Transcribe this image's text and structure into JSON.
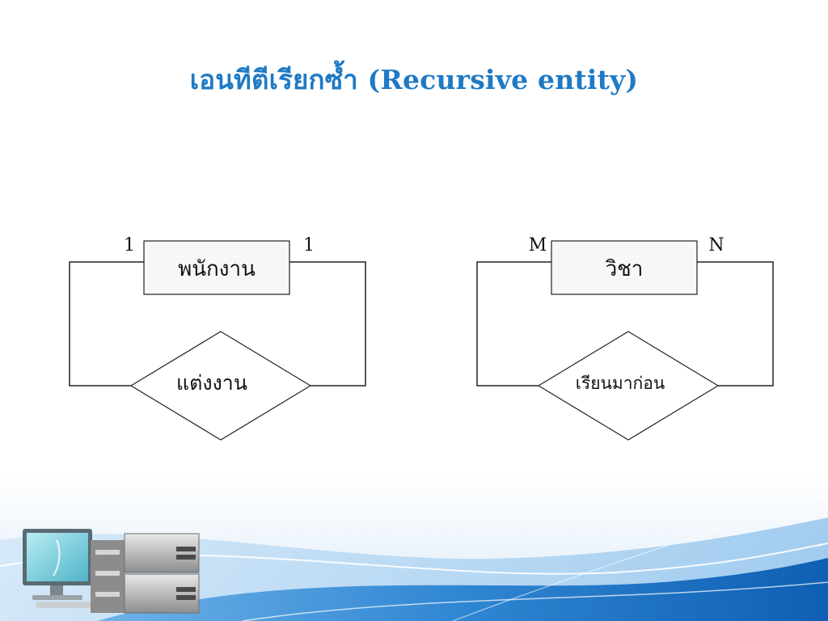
{
  "slide": {
    "title": "เอนทีตีเรียกซ้ำ (Recursive entity)"
  },
  "diagrams": [
    {
      "entity": "พนักงาน",
      "relationship": "แต่งงาน",
      "card_left": "1",
      "card_right": "1"
    },
    {
      "entity": "วิชา",
      "relationship": "เรียนมาก่อน",
      "card_left": "M",
      "card_right": "N"
    }
  ],
  "colors": {
    "title": "#1f7ac4",
    "entity_fill": "#f7f7f7",
    "line": "#222222",
    "wave_dark": "#1d6fc0",
    "wave_light": "#9cc9ee"
  },
  "icons": [
    "computer-monitor-icon",
    "server-stack-icon"
  ]
}
